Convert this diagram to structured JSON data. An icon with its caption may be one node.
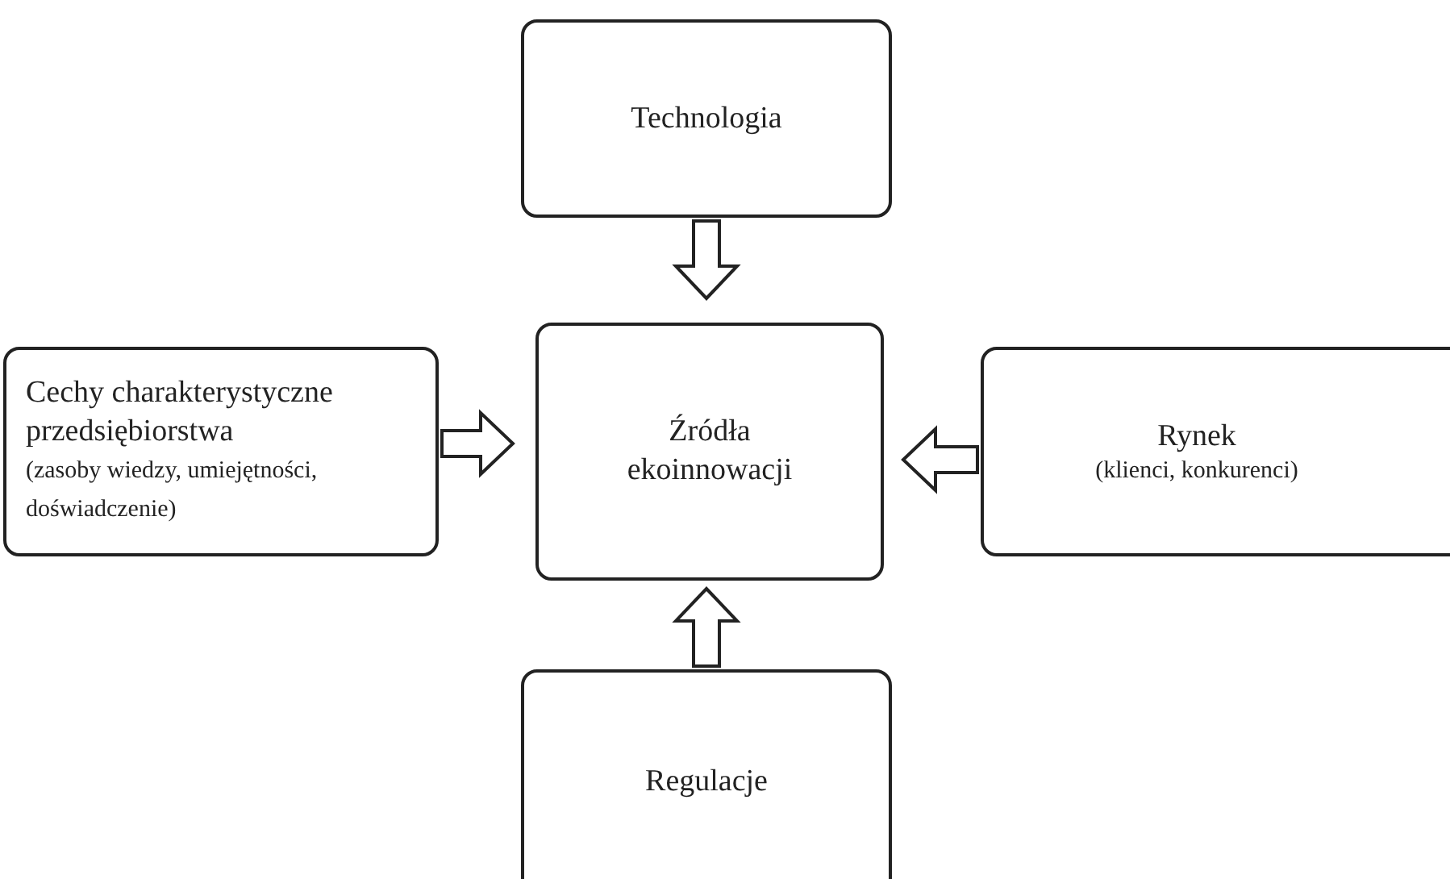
{
  "diagram": {
    "nodes": [
      {
        "text": [
          "Technologia"
        ]
      },
      {
        "text": [
          "Cechy charakterystyczne przedsiębiorstwa",
          "(zasoby wiedzy, umiejętności, doświadczenie)"
        ]
      },
      {
        "text": [
          "Źródła ekoinnowacji"
        ]
      },
      {
        "text": [
          "Rynek",
          "(klienci, konkurenci)"
        ]
      },
      {
        "text": [
          "Regulacje"
        ]
      }
    ],
    "edges": [
      {
        "from": 0,
        "to": 2,
        "arrow": "to"
      },
      {
        "from": 1,
        "to": 2,
        "arrow": "to"
      },
      {
        "from": 3,
        "to": 2,
        "arrow": "to"
      },
      {
        "from": 4,
        "to": 2,
        "arrow": "to"
      }
    ]
  }
}
